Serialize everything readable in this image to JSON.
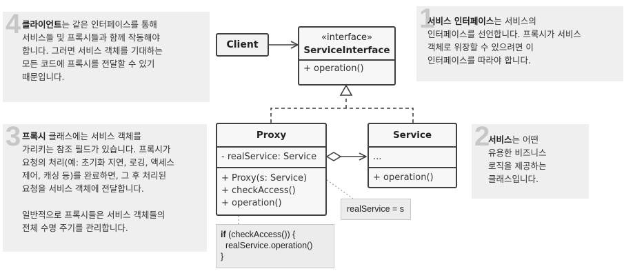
{
  "notes": [
    {
      "id": "client",
      "number": "4",
      "lines": [
        [
          {
            "text": "클라이언트",
            "bold": true
          },
          {
            "text": "는 같은 인터페이스를 통해"
          }
        ],
        [
          {
            "text": "서비스들 및 프록시들과 함께 작동해야"
          }
        ],
        [
          {
            "text": "합니다. 그러면 서비스 객체를 기대하는"
          }
        ],
        [
          {
            "text": "모든 코드에 프록시를 전달할 수 있기"
          }
        ],
        [
          {
            "text": "때문입니다."
          }
        ]
      ]
    },
    {
      "id": "service-interface",
      "number": "1",
      "lines": [
        [
          {
            "text": "서비스 인터페이스",
            "bold": true
          },
          {
            "text": "는 서비스의"
          }
        ],
        [
          {
            "text": "인터페이스를 선언합니다. 프록시가 서비스"
          }
        ],
        [
          {
            "text": "객체로 위장할 수 있으려면 이"
          }
        ],
        [
          {
            "text": "인터페이스를 따라야 합니다."
          }
        ]
      ]
    },
    {
      "id": "proxy",
      "number": "3",
      "lines": [
        [
          {
            "text": "프록시",
            "bold": true
          },
          {
            "text": " 클래스에는 서비스 객체를"
          }
        ],
        [
          {
            "text": "가리키는 참조 필드가 있습니다. 프록시가"
          }
        ],
        [
          {
            "text": "요청의 처리(예: 초기화 지연, 로깅, 액세스"
          }
        ],
        [
          {
            "text": "제어, 캐싱 등)를 완료하면, 그 후 처리된"
          }
        ],
        [
          {
            "text": "요청을 서비스 객체에 전달합니다."
          }
        ],
        [],
        [
          {
            "text": "일반적으로 프록시들은 서비스 객체들의"
          }
        ],
        [
          {
            "text": "전체 수명 주기를 관리합니다."
          }
        ]
      ]
    },
    {
      "id": "service",
      "number": "2",
      "lines": [
        [
          {
            "text": "서비스",
            "bold": true
          },
          {
            "text": "는 어떤"
          }
        ],
        [
          {
            "text": "유용한 비즈니스"
          }
        ],
        [
          {
            "text": "로직을 제공하는"
          }
        ],
        [
          {
            "text": "클래스입니다."
          }
        ]
      ]
    }
  ],
  "classes": {
    "client": {
      "name": "Client"
    },
    "service_interface": {
      "stereotype": "«interface»",
      "name": "ServiceInterface",
      "methods": [
        "+ operation()"
      ]
    },
    "proxy": {
      "name": "Proxy",
      "fields": [
        "- realService: Service"
      ],
      "methods": [
        "+ Proxy(s: Service)",
        "+ checkAccess()",
        "+ operation()"
      ]
    },
    "service": {
      "name": "Service",
      "fields": [
        "..."
      ],
      "methods": [
        "+ operation()"
      ]
    }
  },
  "code_notes": {
    "assignment": [
      "realService = s"
    ],
    "operation": [
      [
        {
          "text": "if",
          "bold": true
        },
        {
          "text": " (checkAccess()) {"
        }
      ],
      [
        {
          "text": "  realService.operation()"
        }
      ],
      [
        {
          "text": "}"
        }
      ]
    ]
  },
  "colors": {
    "note_bg": "#efefef",
    "number": "#c7c7c7",
    "box_border": "#404040",
    "box_bg": "#f7f7f7"
  }
}
